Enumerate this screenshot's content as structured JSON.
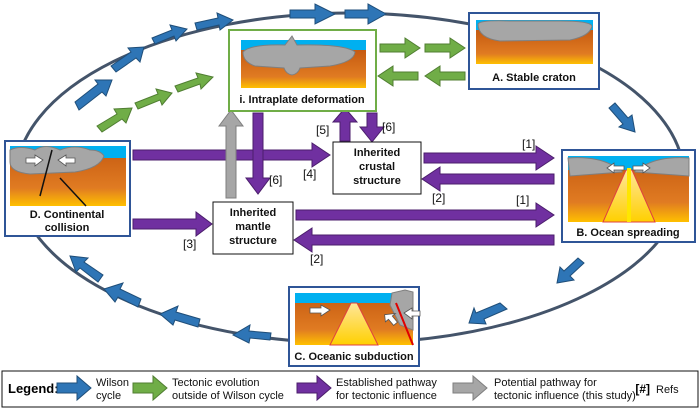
{
  "stages": {
    "a": "A. Stable craton",
    "b": "B. Ocean spreading",
    "c": "C. Oceanic subduction",
    "d": [
      "D. Continental",
      "collision"
    ],
    "i": "i. Intraplate deformation"
  },
  "boxes": {
    "crustal": [
      "Inherited",
      "crustal",
      "structure"
    ],
    "mantle": [
      "Inherited",
      "mantle",
      "structure"
    ]
  },
  "refs": {
    "r1_top": "[1]",
    "r2_top": "[2]",
    "r1_bottom": "[1]",
    "r2_bottom": "[2]",
    "r3": "[3]",
    "r4": "[4]",
    "r5": "[5]",
    "r6_top": "[6]",
    "r6_mid": "[6]"
  },
  "legend": {
    "title": "Legend:",
    "wilson": [
      "Wilson",
      "cycle"
    ],
    "tectonic": [
      "Tectonic evolution",
      "outside of Wilson cycle"
    ],
    "established": [
      "Established pathway",
      "for tectonic influence"
    ],
    "potential": [
      "Potential pathway for",
      "tectonic influence (this study)"
    ],
    "refs_symbol": "[#]",
    "refs_label": "Refs"
  },
  "colors": {
    "wilson": "#2E75B6",
    "tectonic": "#70AD47",
    "established": "#7030A0",
    "potential": "#A6A6A6",
    "ellipse": "#44546A",
    "box_border_blue": "#2F5597",
    "box_border_green": "#70AD47"
  }
}
